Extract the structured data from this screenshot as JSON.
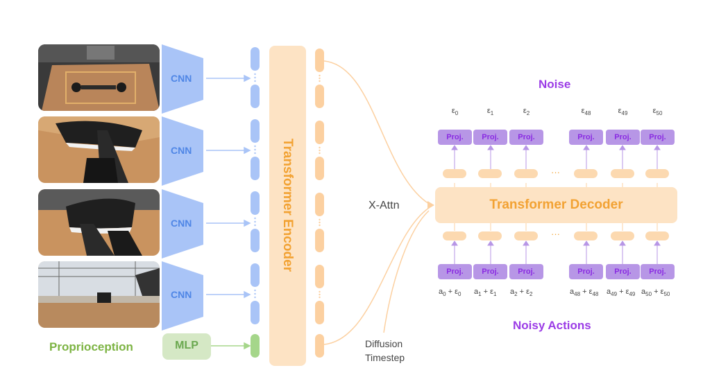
{
  "colors": {
    "cnn_blue": "#a9c4f7",
    "token_blue": "#a9c4f7",
    "encoder_orange": "#fde3c4",
    "encoder_text": "#f2a233",
    "decoder_text": "#f2a233",
    "proj_purple": "#b796e6",
    "proj_text": "#8a2be2",
    "noise_text": "#9b3be6",
    "green": "#7cb342",
    "mlp_green": "#d5e8c5"
  },
  "encoder": {
    "cnn_labels": [
      "CNN",
      "CNN",
      "CNN",
      "CNN"
    ],
    "mlp_label": "MLP",
    "proprio_label": "Proprioception",
    "title": "Transformer Encoder"
  },
  "cross": {
    "xattn_label": "X-Attn",
    "timestep_line1": "Diffusion",
    "timestep_line2": "Timestep"
  },
  "decoder": {
    "title": "Transformer Decoder",
    "noise_title": "Noise",
    "noisy_title": "Noisy Actions",
    "proj_label": "Proj.",
    "ellipsis": "···",
    "noise_subscripts": [
      "0",
      "1",
      "2",
      "48",
      "49",
      "50"
    ],
    "action_subscripts": [
      "0",
      "1",
      "2",
      "48",
      "49",
      "50"
    ],
    "epsilon": "ε",
    "action_var": "a",
    "plus": " + "
  }
}
